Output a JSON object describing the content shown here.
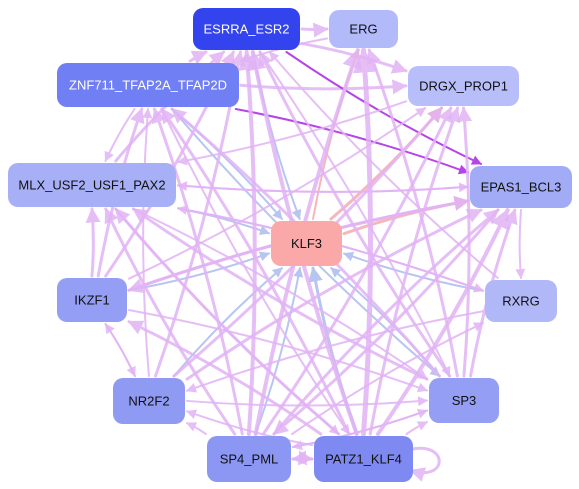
{
  "colors": {
    "background": "#ffffff",
    "activation": "#e2b3f5",
    "activation_strong": "#b33ce6",
    "repression": "#b4c2f0",
    "cross_link": "#f7b3b5",
    "label_dark": "#111111",
    "label_light": "#ffffff"
  },
  "nodes": [
    {
      "id": "ESRRA_ESR2",
      "label": "ESRRA_ESR2",
      "fill": "#3344ee",
      "text_color": "#ffffff",
      "interactable": true
    },
    {
      "id": "ERG",
      "label": "ERG",
      "fill": "#b3baf9",
      "text_color": "#111111",
      "interactable": true
    },
    {
      "id": "ZNF711",
      "label": "ZNF711_TFAP2A_TFAP2D",
      "fill": "#707ff4",
      "text_color": "#ffffff",
      "interactable": true
    },
    {
      "id": "DRGX",
      "label": "DRGX_PROP1",
      "fill": "#b7befa",
      "text_color": "#111111",
      "interactable": true
    },
    {
      "id": "MLX",
      "label": "MLX_USF2_USF1_PAX2",
      "fill": "#a7b0f7",
      "text_color": "#111111",
      "interactable": true
    },
    {
      "id": "EPAS1",
      "label": "EPAS1_BCL3",
      "fill": "#a2acf6",
      "text_color": "#111111",
      "interactable": true
    },
    {
      "id": "KLF3",
      "label": "KLF3",
      "fill": "#faa8a8",
      "text_color": "#111111",
      "interactable": true
    },
    {
      "id": "IKZF1",
      "label": "IKZF1",
      "fill": "#939ef4",
      "text_color": "#111111",
      "interactable": true
    },
    {
      "id": "RXRG",
      "label": "RXRG",
      "fill": "#b1b8f8",
      "text_color": "#111111",
      "interactable": true
    },
    {
      "id": "NR2F2",
      "label": "NR2F2",
      "fill": "#8f9af3",
      "text_color": "#111111",
      "interactable": true
    },
    {
      "id": "SP3",
      "label": "SP3",
      "fill": "#939ef4",
      "text_color": "#111111",
      "interactable": true
    },
    {
      "id": "SP4_PML",
      "label": "SP4_PML",
      "fill": "#8c97f3",
      "text_color": "#111111",
      "interactable": true
    },
    {
      "id": "PATZ1",
      "label": "PATZ1_KLF4",
      "fill": "#7e8af2",
      "text_color": "#111111",
      "interactable": true
    }
  ],
  "edges": [
    {
      "from": "ESRRA_ESR2",
      "to": "ERG",
      "type": "activation",
      "weight": 3
    },
    {
      "from": "ZNF711",
      "to": "ESRRA_ESR2",
      "type": "activation",
      "weight": 3
    },
    {
      "from": "ZNF711",
      "to": "DRGX",
      "type": "activation",
      "weight": 3
    },
    {
      "from": "ZNF711",
      "to": "EPAS1",
      "type": "activation_strong",
      "weight": 2
    },
    {
      "from": "ESRRA_ESR2",
      "to": "EPAS1",
      "type": "activation_strong",
      "weight": 2
    },
    {
      "from": "ESRRA_ESR2",
      "to": "DRGX",
      "type": "activation",
      "weight": 3
    },
    {
      "from": "ZNF711",
      "to": "MLX",
      "type": "activation",
      "weight": 2
    },
    {
      "from": "ZNF711",
      "to": "KLF3",
      "type": "repression",
      "weight": 2
    },
    {
      "from": "ZNF711",
      "to": "SP3",
      "type": "repression",
      "weight": 2
    },
    {
      "from": "MLX",
      "to": "KLF3",
      "type": "repression",
      "weight": 2
    },
    {
      "from": "IKZF1",
      "to": "KLF3",
      "type": "repression",
      "weight": 2
    },
    {
      "from": "NR2F2",
      "to": "KLF3",
      "type": "repression",
      "weight": 2
    },
    {
      "from": "SP4_PML",
      "to": "KLF3",
      "type": "repression",
      "weight": 2
    },
    {
      "from": "PATZ1",
      "to": "KLF3",
      "type": "repression",
      "weight": 3
    },
    {
      "from": "SP3",
      "to": "KLF3",
      "type": "repression",
      "weight": 2
    },
    {
      "from": "RXRG",
      "to": "KLF3",
      "type": "repression",
      "weight": 2
    },
    {
      "from": "ESRRA_ESR2",
      "to": "KLF3",
      "type": "repression",
      "weight": 2
    },
    {
      "from": "KLF3",
      "to": "ERG",
      "type": "cross_link",
      "weight": 2
    },
    {
      "from": "KLF3",
      "to": "DRGX",
      "type": "cross_link",
      "weight": 3
    },
    {
      "from": "KLF3",
      "to": "EPAS1",
      "type": "cross_link",
      "weight": 3
    },
    {
      "from": "SP4_PML",
      "to": "ESRRA_ESR2",
      "type": "activation",
      "weight": 4
    },
    {
      "from": "PATZ1",
      "to": "ESRRA_ESR2",
      "type": "activation",
      "weight": 4
    },
    {
      "from": "PATZ1",
      "to": "ERG",
      "type": "activation",
      "weight": 5
    },
    {
      "from": "SP4_PML",
      "to": "ERG",
      "type": "activation",
      "weight": 4
    },
    {
      "from": "SP3",
      "to": "ERG",
      "type": "activation",
      "weight": 3
    },
    {
      "from": "SP3",
      "to": "ESRRA_ESR2",
      "type": "activation",
      "weight": 3
    },
    {
      "from": "SP3",
      "to": "ZNF711",
      "type": "activation",
      "weight": 3
    },
    {
      "from": "SP3",
      "to": "MLX",
      "type": "activation",
      "weight": 3
    },
    {
      "from": "SP3",
      "to": "DRGX",
      "type": "activation",
      "weight": 3
    },
    {
      "from": "SP3",
      "to": "EPAS1",
      "type": "activation",
      "weight": 3
    },
    {
      "from": "NR2F2",
      "to": "DRGX",
      "type": "activation",
      "weight": 3
    },
    {
      "from": "NR2F2",
      "to": "EPAS1",
      "type": "activation",
      "weight": 3
    },
    {
      "from": "NR2F2",
      "to": "ESRRA_ESR2",
      "type": "activation",
      "weight": 3
    },
    {
      "from": "NR2F2",
      "to": "ZNF711",
      "type": "activation",
      "weight": 2
    },
    {
      "from": "NR2F2",
      "to": "SP3",
      "type": "activation",
      "weight": 2
    },
    {
      "from": "IKZF1",
      "to": "ZNF711",
      "type": "activation",
      "weight": 3
    },
    {
      "from": "IKZF1",
      "to": "ESRRA_ESR2",
      "type": "activation",
      "weight": 3
    },
    {
      "from": "IKZF1",
      "to": "EPAS1",
      "type": "activation",
      "weight": 3
    },
    {
      "from": "IKZF1",
      "to": "MLX",
      "type": "activation",
      "weight": 3
    },
    {
      "from": "IKZF1",
      "to": "SP3",
      "type": "activation",
      "weight": 2
    },
    {
      "from": "IKZF1",
      "to": "DRGX",
      "type": "activation",
      "weight": 2
    },
    {
      "from": "MLX",
      "to": "ESRRA_ESR2",
      "type": "activation",
      "weight": 3
    },
    {
      "from": "MLX",
      "to": "EPAS1",
      "type": "activation",
      "weight": 2
    },
    {
      "from": "MLX",
      "to": "SP3",
      "type": "activation",
      "weight": 2
    },
    {
      "from": "MLX",
      "to": "PATZ1",
      "type": "activation",
      "weight": 2
    },
    {
      "from": "MLX",
      "to": "RXRG",
      "type": "activation",
      "weight": 2
    },
    {
      "from": "RXRG",
      "to": "MLX",
      "type": "activation",
      "weight": 2
    },
    {
      "from": "RXRG",
      "to": "ESRRA_ESR2",
      "type": "activation",
      "weight": 2
    },
    {
      "from": "RXRG",
      "to": "NR2F2",
      "type": "activation",
      "weight": 2
    },
    {
      "from": "EPAS1",
      "to": "MLX",
      "type": "activation",
      "weight": 2
    },
    {
      "from": "EPAS1",
      "to": "IKZF1",
      "type": "activation",
      "weight": 3
    },
    {
      "from": "EPAS1",
      "to": "SP4_PML",
      "type": "activation",
      "weight": 3
    },
    {
      "from": "PATZ1",
      "to": "EPAS1",
      "type": "activation",
      "weight": 4
    },
    {
      "from": "PATZ1",
      "to": "DRGX",
      "type": "activation",
      "weight": 3
    },
    {
      "from": "PATZ1",
      "to": "ZNF711",
      "type": "activation",
      "weight": 3
    },
    {
      "from": "PATZ1",
      "to": "MLX",
      "type": "activation",
      "weight": 3
    },
    {
      "from": "PATZ1",
      "to": "IKZF1",
      "type": "activation",
      "weight": 3
    },
    {
      "from": "PATZ1",
      "to": "NR2F2",
      "type": "activation",
      "weight": 2
    },
    {
      "from": "PATZ1",
      "to": "SP4_PML",
      "type": "activation",
      "weight": 3
    },
    {
      "from": "PATZ1",
      "to": "SP3",
      "type": "activation",
      "weight": 2
    },
    {
      "from": "SP4_PML",
      "to": "DRGX",
      "type": "activation",
      "weight": 3
    },
    {
      "from": "SP4_PML",
      "to": "EPAS1",
      "type": "activation",
      "weight": 3
    },
    {
      "from": "SP4_PML",
      "to": "ZNF711",
      "type": "activation",
      "weight": 3
    },
    {
      "from": "SP4_PML",
      "to": "MLX",
      "type": "activation",
      "weight": 3
    },
    {
      "from": "SP4_PML",
      "to": "NR2F2",
      "type": "activation",
      "weight": 2
    },
    {
      "from": "SP4_PML",
      "to": "PATZ1",
      "type": "activation",
      "weight": 3
    },
    {
      "from": "SP4_PML",
      "to": "SP3",
      "type": "activation",
      "weight": 2
    },
    {
      "from": "SP4_PML",
      "to": "RXRG",
      "type": "activation",
      "weight": 2
    },
    {
      "from": "NR2F2",
      "to": "IKZF1",
      "type": "activation",
      "weight": 2
    },
    {
      "from": "IKZF1",
      "to": "NR2F2",
      "type": "activation",
      "weight": 2
    },
    {
      "from": "EPAS1",
      "to": "RXRG",
      "type": "activation",
      "weight": 2
    },
    {
      "from": "DRGX",
      "to": "MLX",
      "type": "activation",
      "weight": 2
    },
    {
      "from": "ERG",
      "to": "ZNF711",
      "type": "activation",
      "weight": 2
    },
    {
      "from": "SP3",
      "to": "SP4_PML",
      "type": "activation",
      "weight": 2
    },
    {
      "from": "ZNF711",
      "to": "PATZ1",
      "type": "activation",
      "weight": 2
    },
    {
      "from": "ESRRA_ESR2",
      "to": "SP3",
      "type": "activation",
      "weight": 2
    },
    {
      "from": "PATZ1",
      "to": "PATZ1",
      "type": "activation",
      "weight": 3
    }
  ]
}
